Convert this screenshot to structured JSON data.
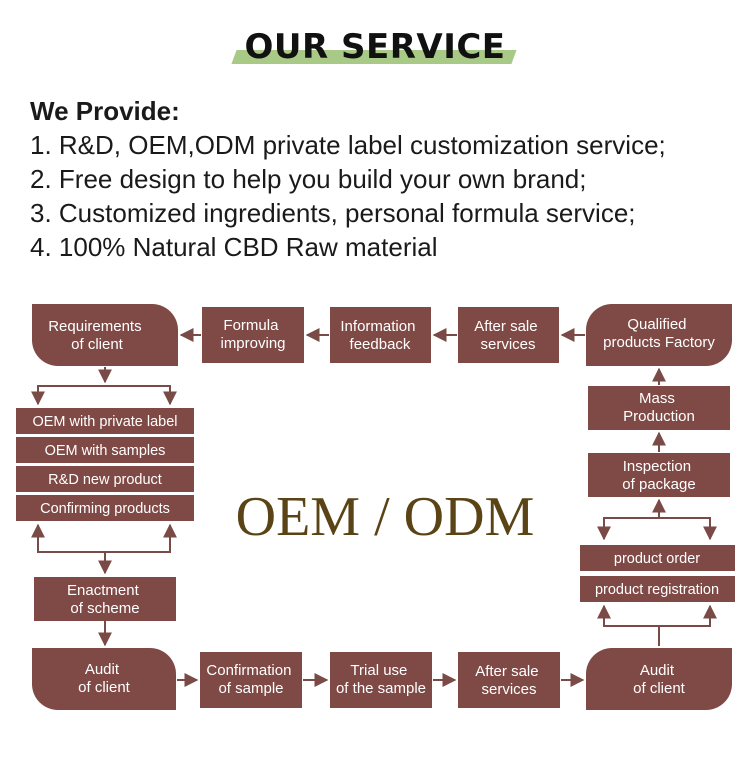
{
  "header": {
    "title": "OUR SERVICE"
  },
  "provide": {
    "heading": "We Provide:",
    "items": [
      "1. R&D, OEM,ODM private label customization service;",
      "2. Free design to help you build your own brand;",
      "3. Customized ingredients, personal formula service;",
      "4. 100% Natural CBD Raw material"
    ]
  },
  "diagram": {
    "center_label": "OEM / ODM",
    "node_color": "#7f4945",
    "top_row": {
      "requirements": [
        "Requirements",
        "of client"
      ],
      "formula": [
        "Formula",
        "improving"
      ],
      "information": [
        "Information",
        "feedback"
      ],
      "after_sale": [
        "After sale",
        "services"
      ],
      "qualified": [
        "Qualified",
        "products Factory"
      ]
    },
    "left_column": {
      "options": [
        "OEM with private label",
        "OEM with samples",
        "R&D new product",
        "Confirming products"
      ],
      "enactment": [
        "Enactment",
        "of scheme"
      ]
    },
    "right_column": {
      "mass": [
        "Mass",
        "Production"
      ],
      "inspection": [
        "Inspection",
        "of package"
      ],
      "steps": [
        "product order",
        "product registration"
      ]
    },
    "bottom_row": {
      "audit_left": [
        "Audit",
        "of  client"
      ],
      "confirmation": [
        "Confirmation",
        "of sample"
      ],
      "trial": [
        "Trial use",
        "of the sample"
      ],
      "after_sale": [
        "After sale",
        "services"
      ],
      "audit_right": [
        "Audit",
        "of client"
      ]
    }
  }
}
